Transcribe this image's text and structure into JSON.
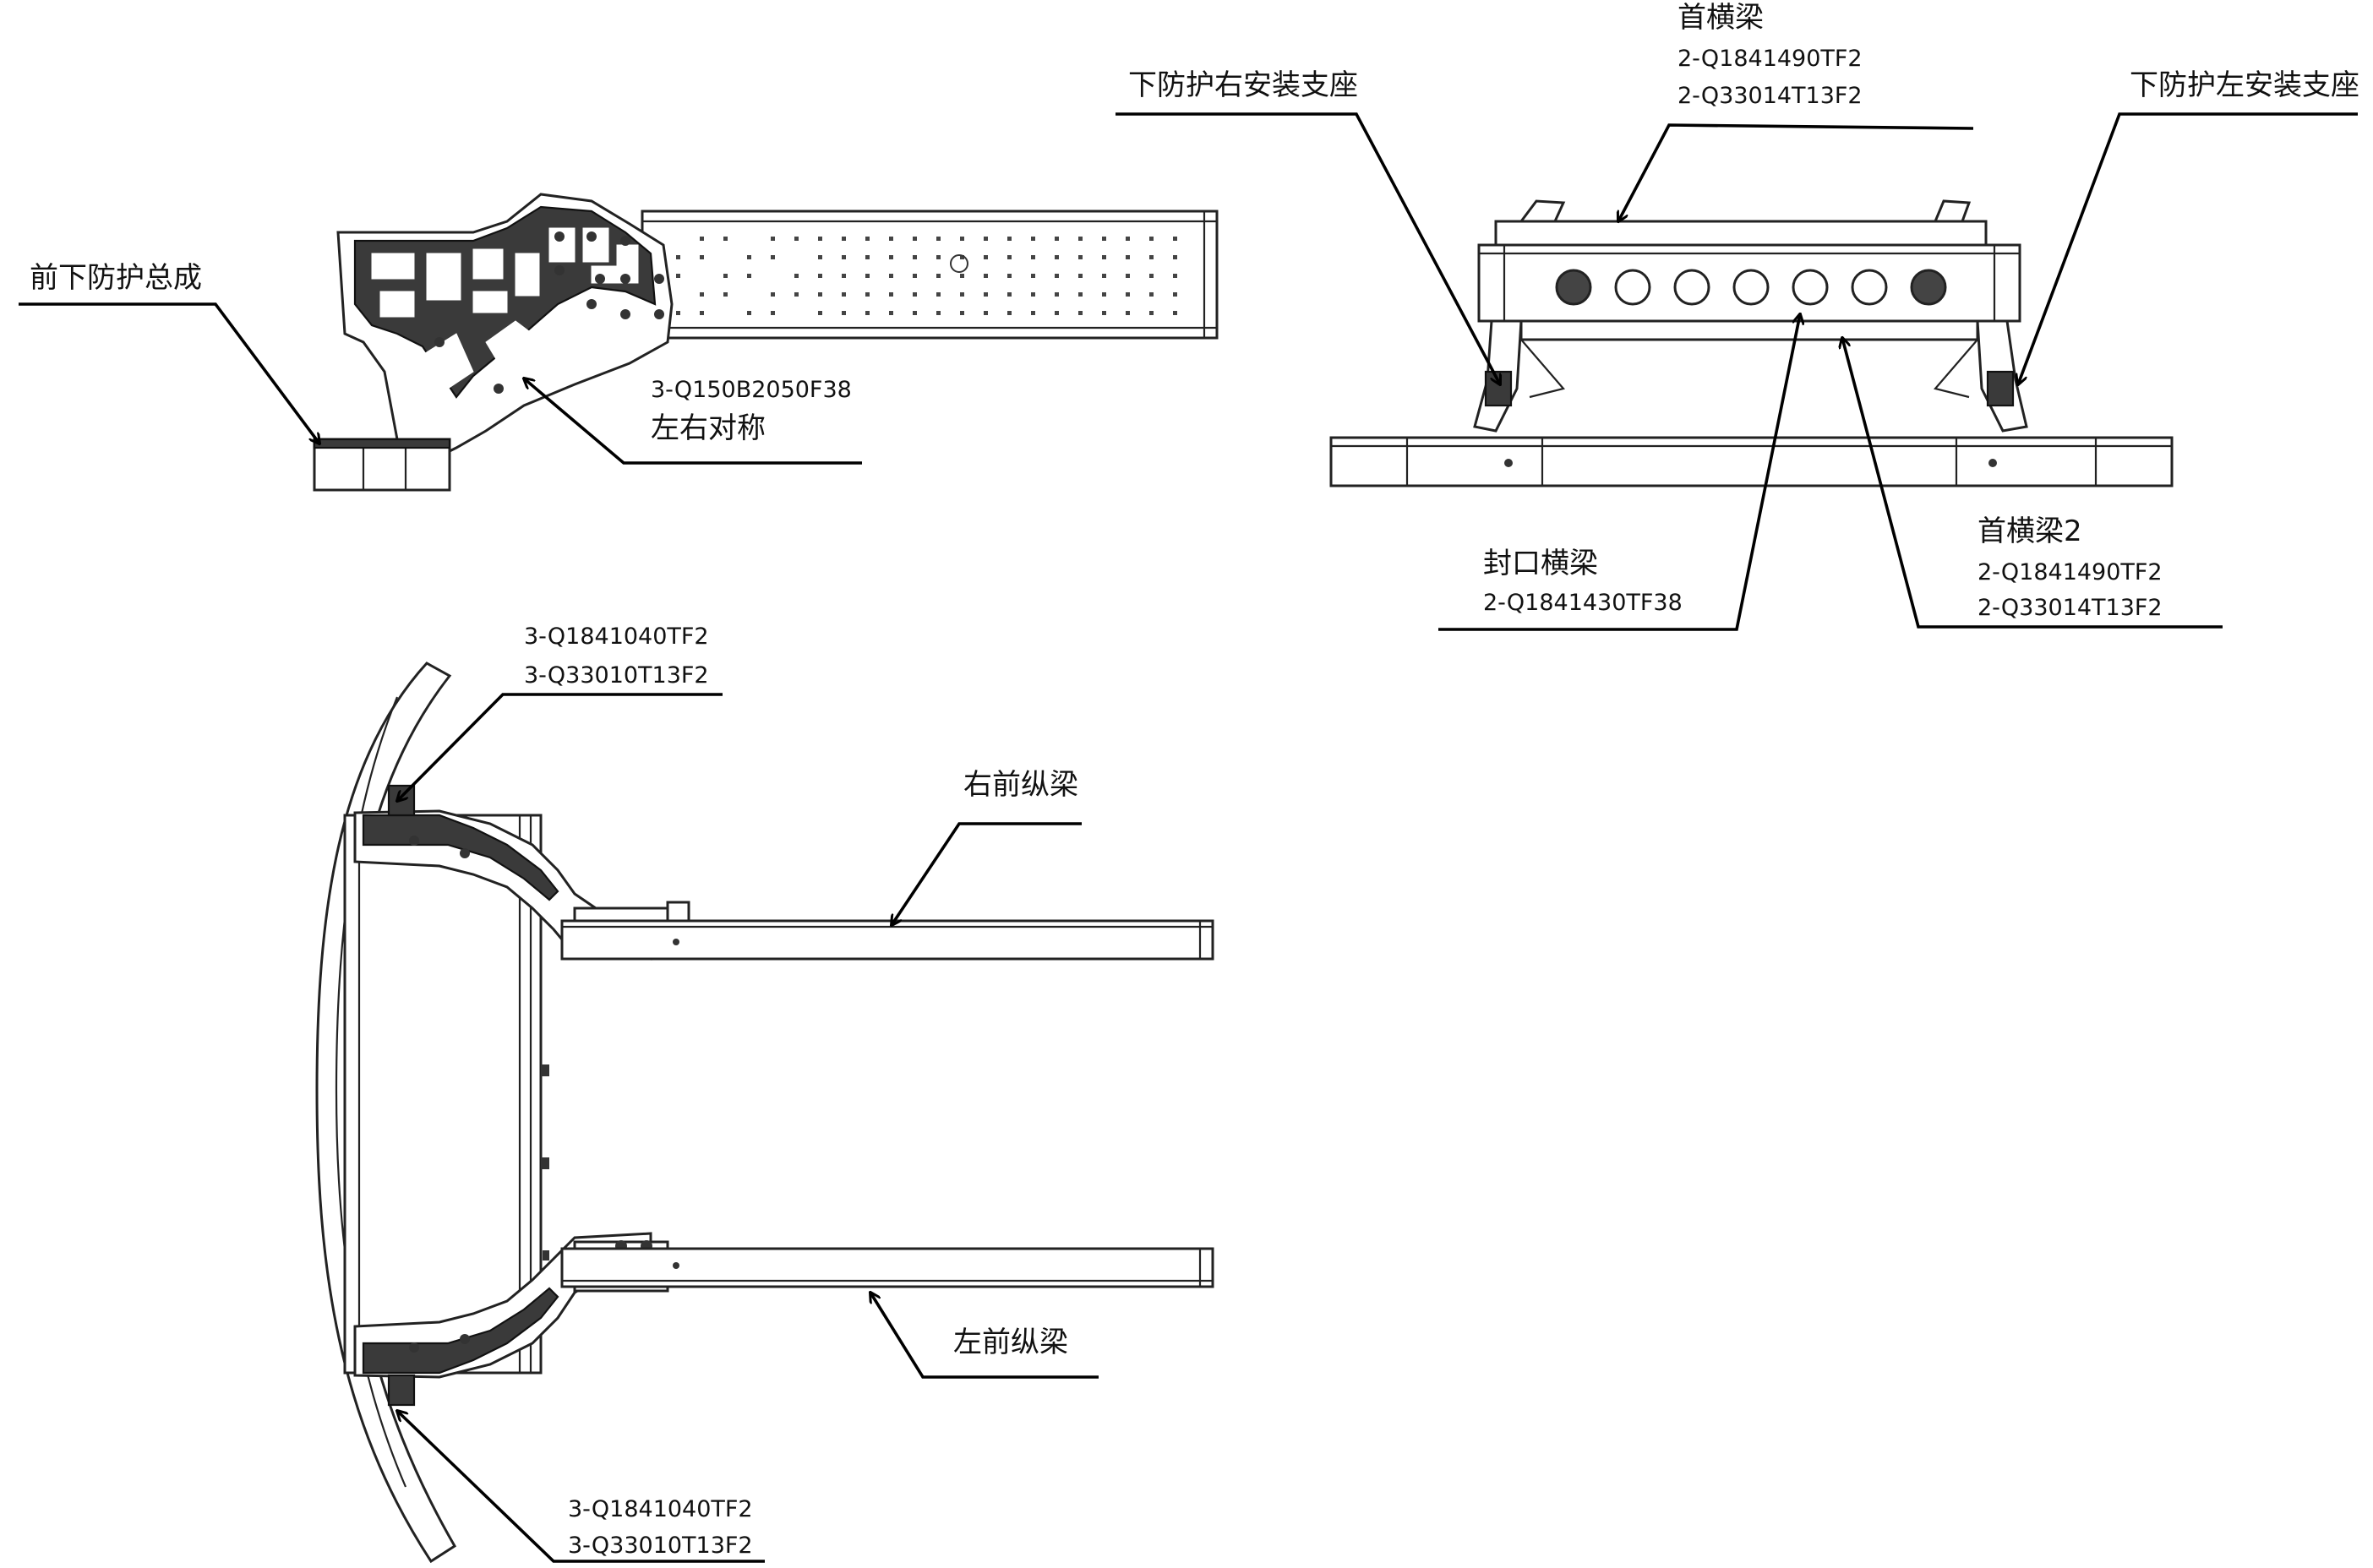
{
  "labels": {
    "front_lower_protection": "前下防护总成",
    "bracket_part": "3-Q150B2050F38",
    "symmetric": "左右对称",
    "lower_guard_right_bracket": "下防护右安装支座",
    "first_crossbeam_title": "首横梁",
    "first_crossbeam_pn1": "2-Q1841490TF2",
    "first_crossbeam_pn2": "2-Q33014T13F2",
    "lower_guard_left_bracket": "下防护左安装支座",
    "closing_crossbeam_title": "封口横梁",
    "closing_crossbeam_pn": "2-Q1841430TF38",
    "first_crossbeam2_title": "首横梁2",
    "first_crossbeam2_pn1": "2-Q1841490TF2",
    "first_crossbeam2_pn2": "2-Q33014T13F2",
    "top_corner_pn1": "3-Q1841040TF2",
    "top_corner_pn2": "3-Q33010T13F2",
    "right_front_rail": "右前纵梁",
    "left_front_rail": "左前纵梁",
    "bottom_corner_pn1": "3-Q1841040TF2",
    "bottom_corner_pn2": "3-Q33010T13F2"
  },
  "icons": {
    "leader_arrow": "arrow-icon"
  }
}
